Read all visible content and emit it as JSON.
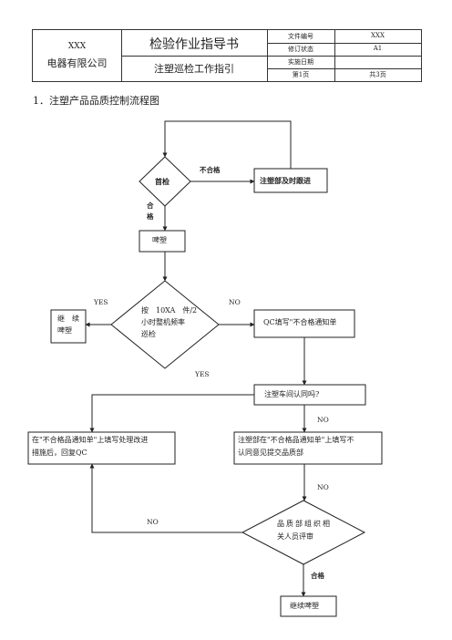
{
  "header": {
    "company_line1": "XXX",
    "company_line2": "电器有限公司",
    "doc_title": "检验作业指导书",
    "doc_subtitle": "注塑巡检工作指引",
    "fields": [
      {
        "label": "文件编号",
        "value": "XXX"
      },
      {
        "label": "修订状态",
        "value": "A1"
      },
      {
        "label": "实施日期",
        "value": ""
      }
    ],
    "page_no": "第1页",
    "page_total": "共3页"
  },
  "section_title": "1．注塑产品品质控制流程图",
  "flow": {
    "first_inspect": "首检",
    "unqualified": "不合格",
    "follow_up": "注塑部及时跟进",
    "qualified_1": "合",
    "qualified_2": "格",
    "molding": "啤塑",
    "yes_left": "YES",
    "no_right": "NO",
    "continue_1": "继　续",
    "continue_2": "啤塑",
    "patrol_1": "按　10XA　件/2",
    "patrol_2": "小时整机频率",
    "patrol_3": "巡检",
    "qc_fill": "QC填写\"不合格通知单",
    "yes_below": "YES",
    "agree_q": "注塑车间认同吗?",
    "no_1": "NO",
    "left_box_1": "在\"不合格品通知单\"上填写处理改进",
    "left_box_2": "措施后，回复QC",
    "right_box_1": "注塑部在\"不合格品通知单\"上填写不",
    "right_box_2": "认同意见提交品质部",
    "no_2": "NO",
    "no_3": "NO",
    "review_1": "品质部组织相",
    "review_2": "关人员评审",
    "qualified_3": "合格",
    "continue_final": "继续啤塑"
  }
}
